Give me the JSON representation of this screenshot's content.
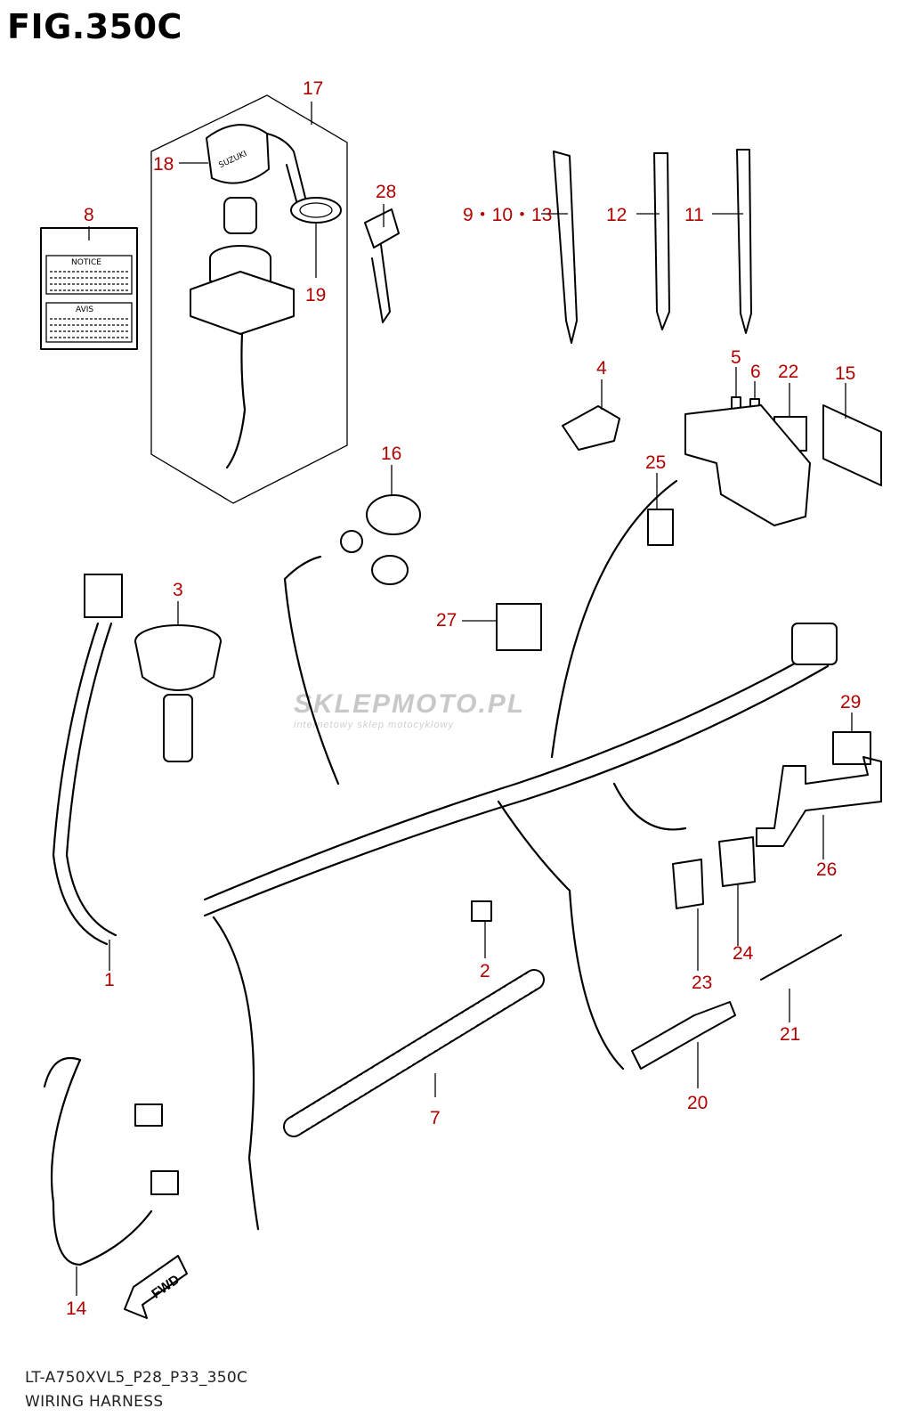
{
  "figure": {
    "title": "FIG.350C",
    "code": "LT-A750XVL5_P28_P33_350C",
    "name": "WIRING HARNESS"
  },
  "watermark": {
    "brand": "SKLEPMOTO.PL",
    "tagline": "internetowy sklep motocyklowy"
  },
  "notice_label": {
    "top": "NOTICE",
    "bottom": "AVIS"
  },
  "key_brand": "SUZUKI",
  "fwd_text": "FWD",
  "callouts": {
    "c1": "1",
    "c2": "2",
    "c3": "3",
    "c4": "4",
    "c5": "5",
    "c6": "6",
    "c7": "7",
    "c8": "8",
    "c9_10_13": "9・10・13",
    "c11": "11",
    "c12": "12",
    "c14": "14",
    "c15": "15",
    "c16": "16",
    "c17": "17",
    "c18": "18",
    "c19": "19",
    "c20": "20",
    "c21": "21",
    "c22": "22",
    "c23": "23",
    "c24": "24",
    "c25": "25",
    "c26": "26",
    "c27": "27",
    "c28": "28",
    "c29": "29"
  },
  "colors": {
    "callout": "#b00000",
    "line": "#000000",
    "watermark": "#c8c8c8"
  }
}
